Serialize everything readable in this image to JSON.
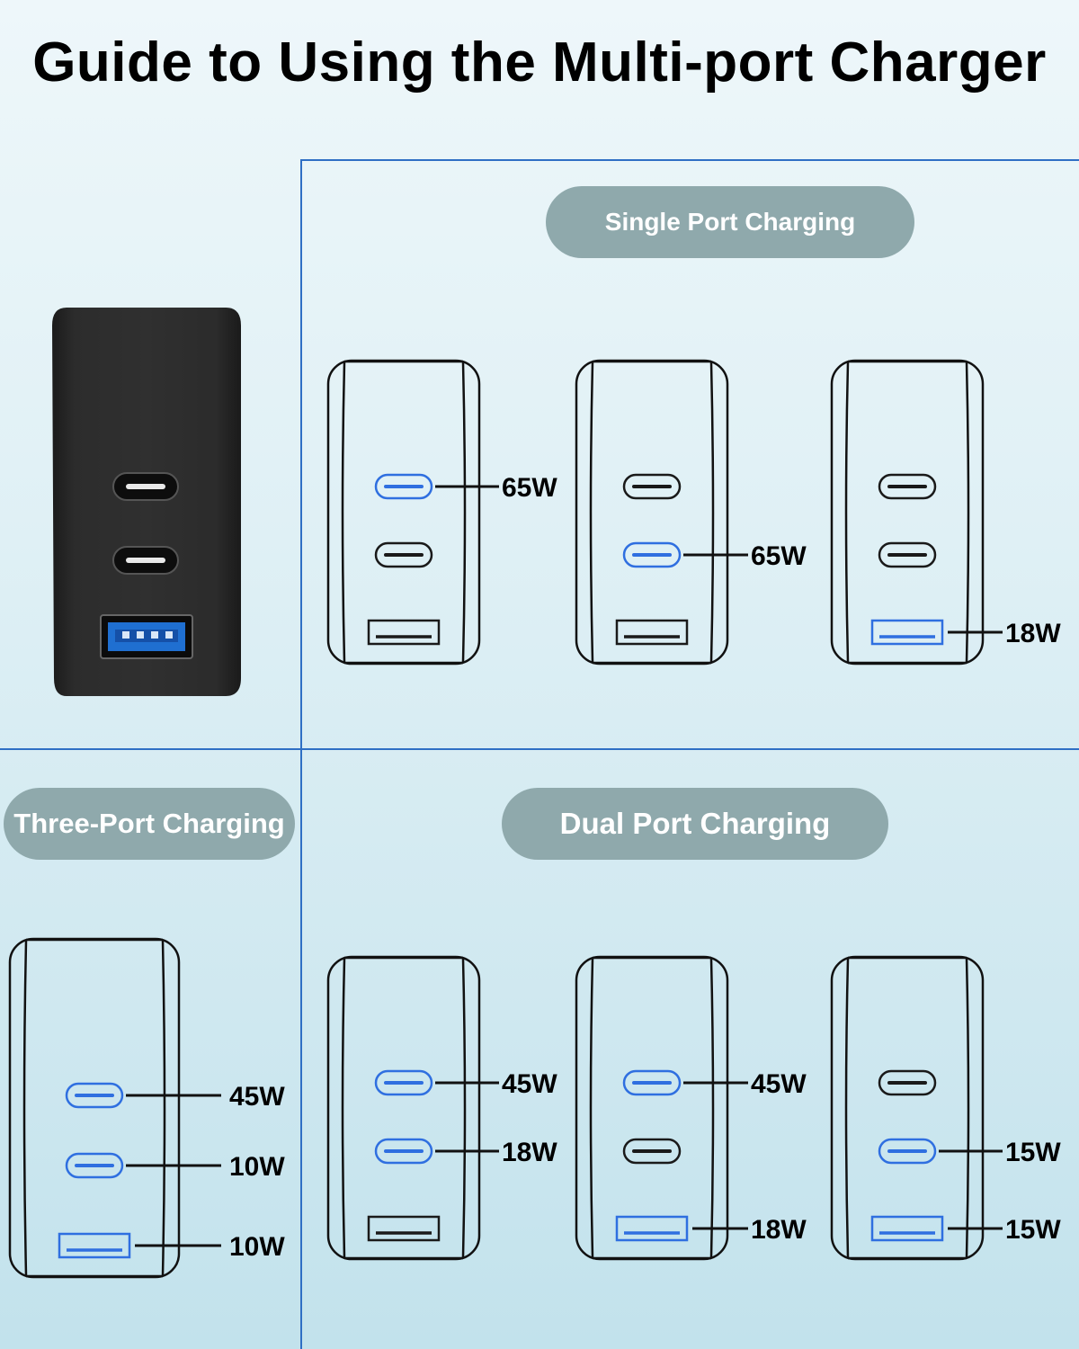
{
  "title": "Guide to Using the Multi-port Charger",
  "sections": {
    "single": {
      "label": "Single Port Charging",
      "chargers": [
        {
          "ports": [
            {
              "type": "usb-c",
              "active": true,
              "watt": "65W"
            },
            {
              "type": "usb-c",
              "active": false,
              "watt": ""
            },
            {
              "type": "usb-a",
              "active": false,
              "watt": ""
            }
          ]
        },
        {
          "ports": [
            {
              "type": "usb-c",
              "active": false,
              "watt": ""
            },
            {
              "type": "usb-c",
              "active": true,
              "watt": "65W"
            },
            {
              "type": "usb-a",
              "active": false,
              "watt": ""
            }
          ]
        },
        {
          "ports": [
            {
              "type": "usb-c",
              "active": false,
              "watt": ""
            },
            {
              "type": "usb-c",
              "active": false,
              "watt": ""
            },
            {
              "type": "usb-a",
              "active": true,
              "watt": "18W"
            }
          ]
        }
      ]
    },
    "three": {
      "label": "Three-Port Charging",
      "chargers": [
        {
          "ports": [
            {
              "type": "usb-c",
              "active": true,
              "watt": "45W"
            },
            {
              "type": "usb-c",
              "active": true,
              "watt": "10W"
            },
            {
              "type": "usb-a",
              "active": true,
              "watt": "10W"
            }
          ]
        }
      ]
    },
    "dual": {
      "label": "Dual Port Charging",
      "chargers": [
        {
          "ports": [
            {
              "type": "usb-c",
              "active": true,
              "watt": "45W"
            },
            {
              "type": "usb-c",
              "active": true,
              "watt": "18W"
            },
            {
              "type": "usb-a",
              "active": false,
              "watt": ""
            }
          ]
        },
        {
          "ports": [
            {
              "type": "usb-c",
              "active": true,
              "watt": "45W"
            },
            {
              "type": "usb-c",
              "active": false,
              "watt": ""
            },
            {
              "type": "usb-a",
              "active": true,
              "watt": "18W"
            }
          ]
        },
        {
          "ports": [
            {
              "type": "usb-c",
              "active": false,
              "watt": ""
            },
            {
              "type": "usb-c",
              "active": true,
              "watt": "15W"
            },
            {
              "type": "usb-a",
              "active": true,
              "watt": "15W"
            }
          ]
        }
      ]
    }
  },
  "colors": {
    "active_port": "#2f6fe0",
    "inactive_port": "#1a1a1a",
    "pill_bg": "#8fa9ac",
    "divider": "#2f6fc4"
  }
}
